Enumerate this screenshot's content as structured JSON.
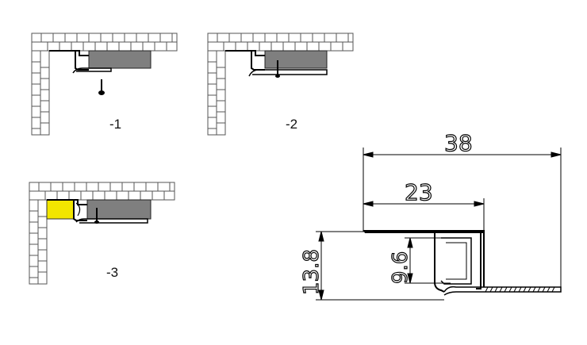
{
  "steps": [
    {
      "label": "-1"
    },
    {
      "label": "-2"
    },
    {
      "label": "-3"
    }
  ],
  "dimensions": {
    "overall_width": "38",
    "inner_width": "23",
    "overall_height": "13.8",
    "channel_height": "9.6"
  },
  "colors": {
    "wall": "#ffffff",
    "wall_line": "#555555",
    "board": "#7f7f7f",
    "led_strip": "#f2e600",
    "profile": "#000000"
  }
}
